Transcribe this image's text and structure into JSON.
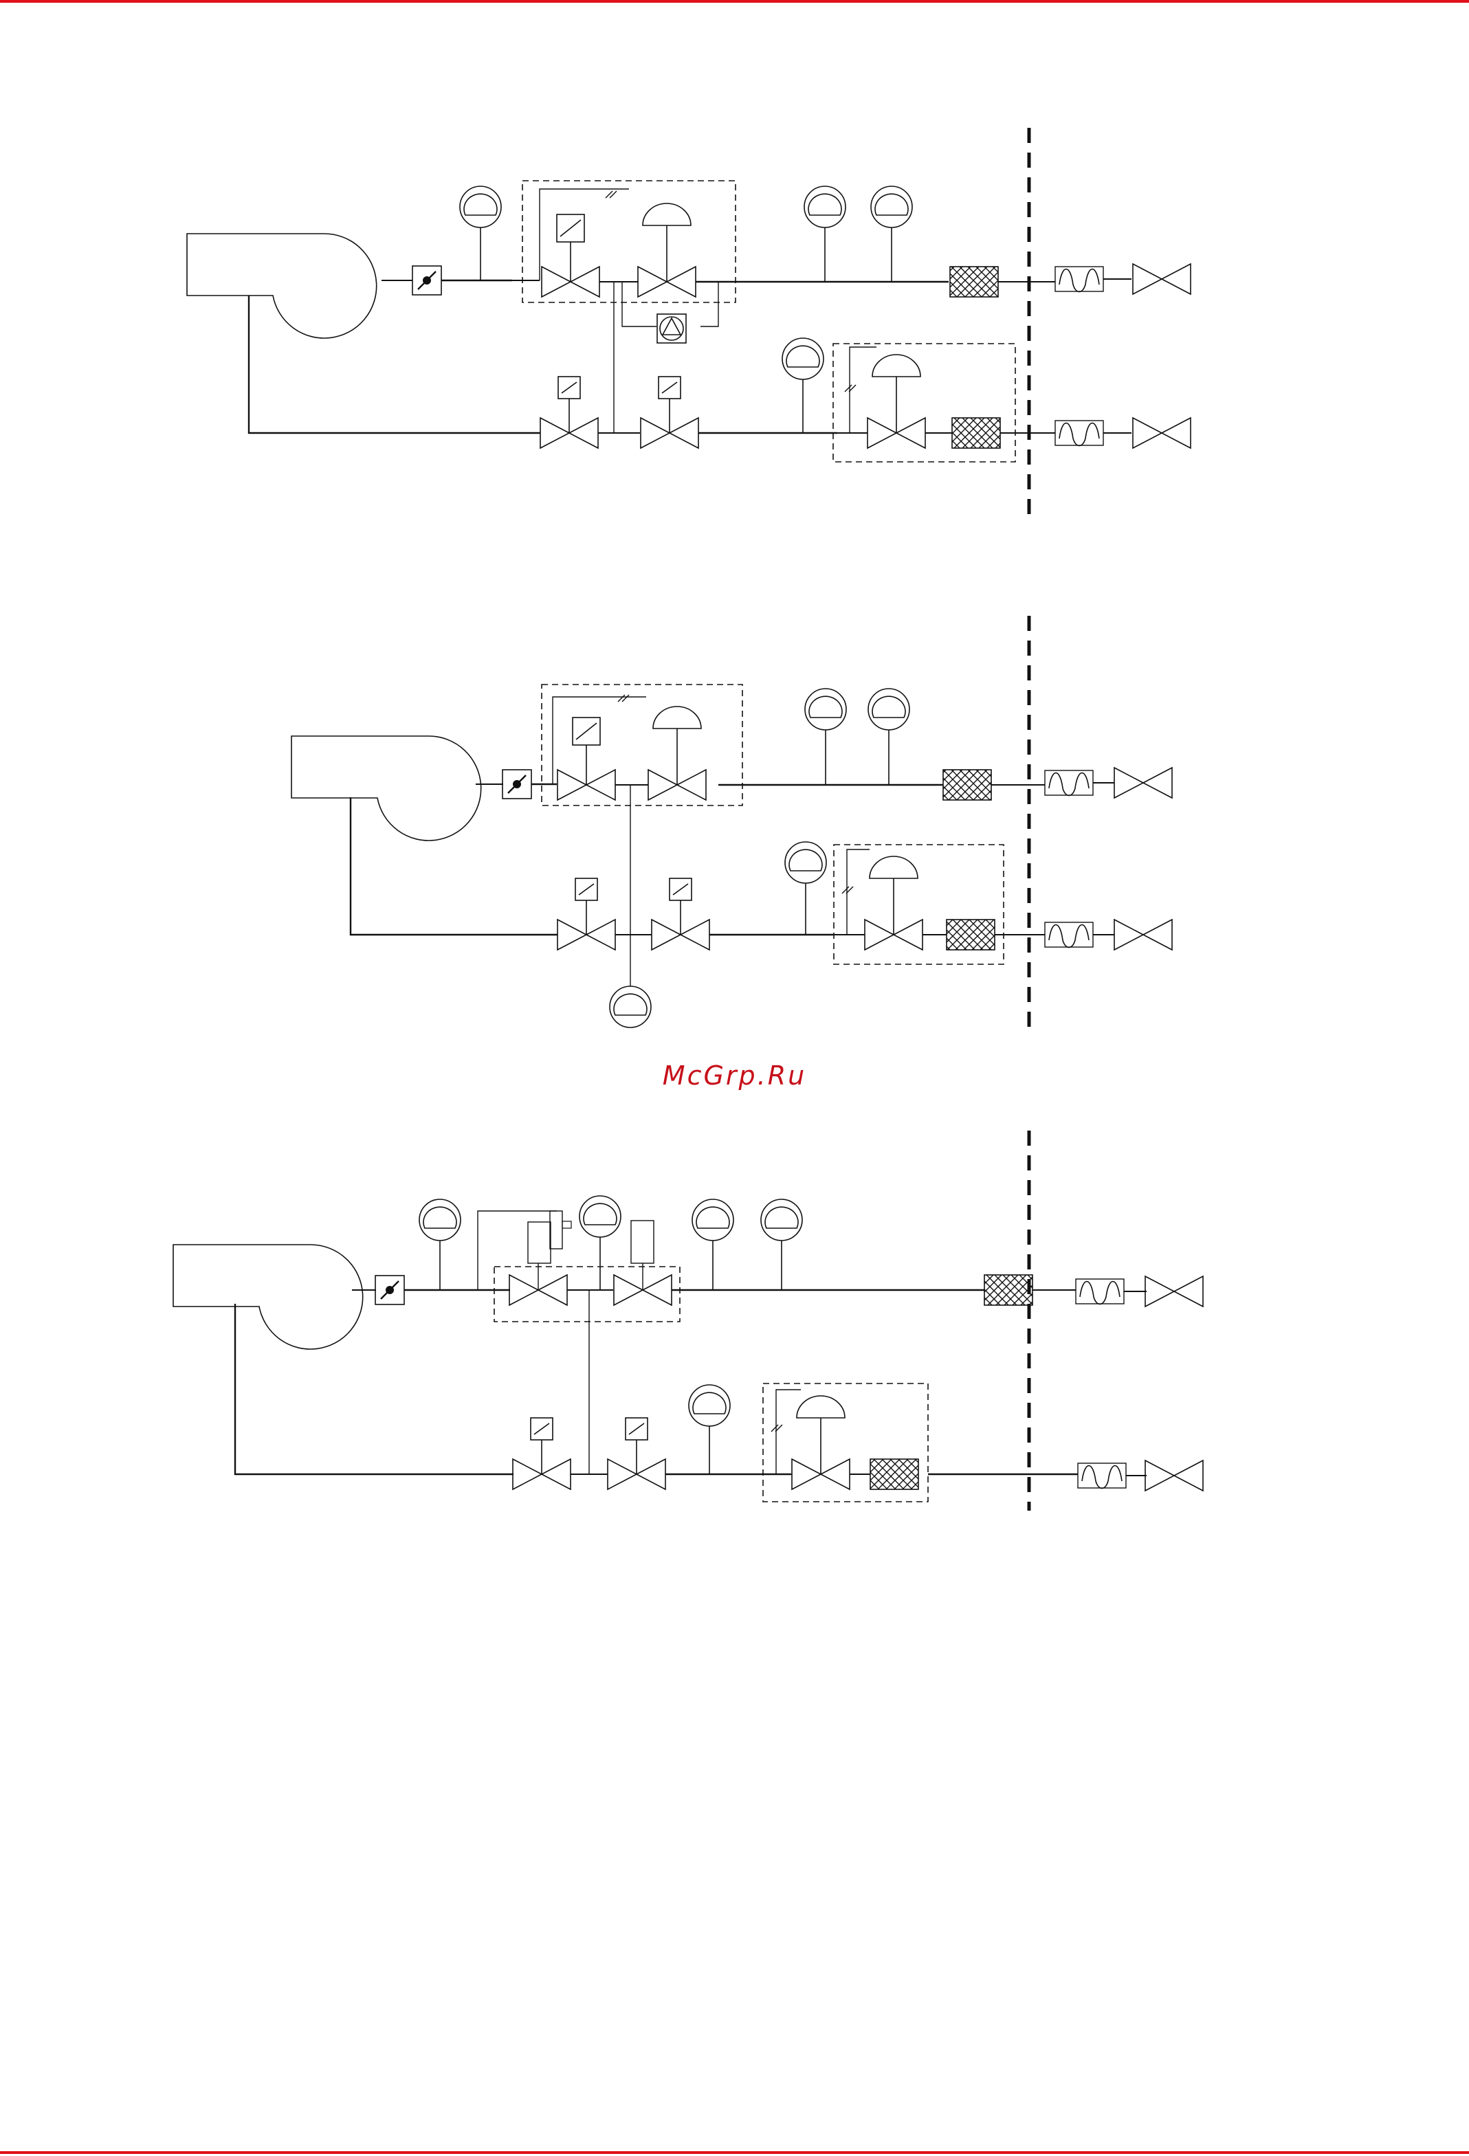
{
  "page": {
    "accent_color": "#e0101a",
    "line_color": "#111111"
  },
  "watermark": {
    "text": "McGrp.Ru",
    "color": "#c7101a"
  },
  "diagrams": [
    {
      "id": "gas-train-1",
      "pilot_gauge_below": false,
      "upper_sensor": "pressure-switch",
      "bypass_pump": true
    },
    {
      "id": "gas-train-2",
      "pilot_gauge_below": true,
      "upper_sensor": "pressure-switch",
      "bypass_pump": false
    },
    {
      "id": "gas-train-3",
      "pilot_gauge_below": false,
      "upper_sensor": "valve-proving",
      "bypass_pump": false
    }
  ],
  "icons": [
    "blower-fan-icon",
    "air-damper-icon",
    "pressure-gauge-icon",
    "solenoid-valve-icon",
    "regulator-valve-icon",
    "gas-filter-icon",
    "bellows-compensator-icon",
    "shutoff-valve-icon",
    "pressure-switch-icon",
    "pump-icon"
  ]
}
